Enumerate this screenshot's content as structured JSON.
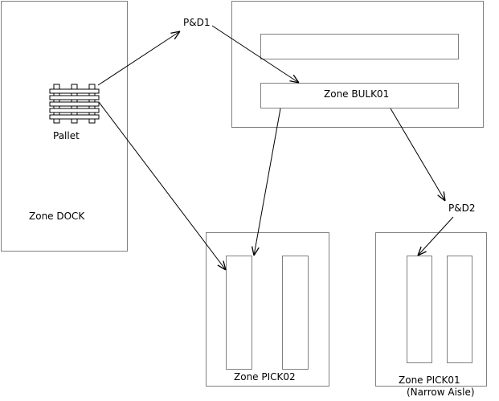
{
  "diagram": {
    "zones": {
      "dock": {
        "label": "Zone DOCK"
      },
      "bulk": {
        "label": "Zone BULK01"
      },
      "pick02": {
        "label": "Zone PICK02"
      },
      "pick01": {
        "label": "Zone PICK01",
        "sublabel": "(Narrow Aisle)"
      }
    },
    "nodes": {
      "pallet": {
        "label": "Pallet",
        "icon": "pallet-icon"
      },
      "pd1": {
        "label": "P&D1"
      },
      "pd2": {
        "label": "P&D2"
      }
    },
    "flows": [
      {
        "from": "Pallet",
        "to": "P&D1"
      },
      {
        "from": "P&D1",
        "to": "Zone BULK01"
      },
      {
        "from": "Pallet",
        "to": "Zone PICK02"
      },
      {
        "from": "Zone BULK01",
        "to": "Zone PICK02"
      },
      {
        "from": "Zone BULK01",
        "to": "P&D2"
      },
      {
        "from": "P&D2",
        "to": "Zone PICK01"
      }
    ],
    "colors": {
      "box_stroke": "#808080",
      "arrow": "#000000",
      "text": "#000000"
    }
  }
}
